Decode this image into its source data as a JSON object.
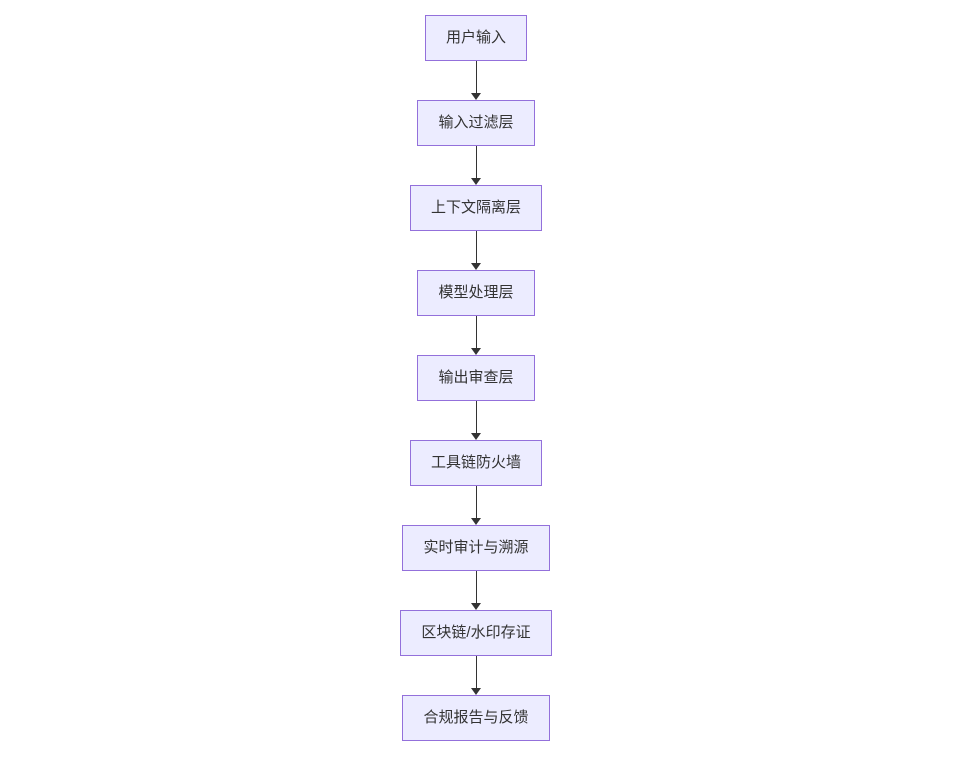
{
  "page": {
    "background": "#ffffff"
  },
  "flowchart": {
    "type": "flowchart-top-down",
    "colors": {
      "node_fill": "#ECECFF",
      "node_border": "#9370DB",
      "text_color": "#333333",
      "arrow_color": "#333333"
    },
    "nodes": [
      {
        "id": "user-input",
        "label": "用户输入"
      },
      {
        "id": "input-filter-layer",
        "label": "输入过滤层"
      },
      {
        "id": "context-isolation",
        "label": "上下文隔离层"
      },
      {
        "id": "model-processing",
        "label": "模型处理层"
      },
      {
        "id": "output-review",
        "label": "输出审查层"
      },
      {
        "id": "toolchain-firewall",
        "label": "工具链防火墙"
      },
      {
        "id": "realtime-audit-trace",
        "label": "实时审计与溯源"
      },
      {
        "id": "blockchain-watermark",
        "label": "区块链/水印存证"
      },
      {
        "id": "compliance-feedback",
        "label": "合规报告与反馈"
      }
    ],
    "edges": [
      {
        "from": "user-input",
        "to": "input-filter-layer"
      },
      {
        "from": "input-filter-layer",
        "to": "context-isolation"
      },
      {
        "from": "context-isolation",
        "to": "model-processing"
      },
      {
        "from": "model-processing",
        "to": "output-review"
      },
      {
        "from": "output-review",
        "to": "toolchain-firewall"
      },
      {
        "from": "toolchain-firewall",
        "to": "realtime-audit-trace"
      },
      {
        "from": "realtime-audit-trace",
        "to": "blockchain-watermark"
      },
      {
        "from": "blockchain-watermark",
        "to": "compliance-feedback"
      }
    ]
  }
}
